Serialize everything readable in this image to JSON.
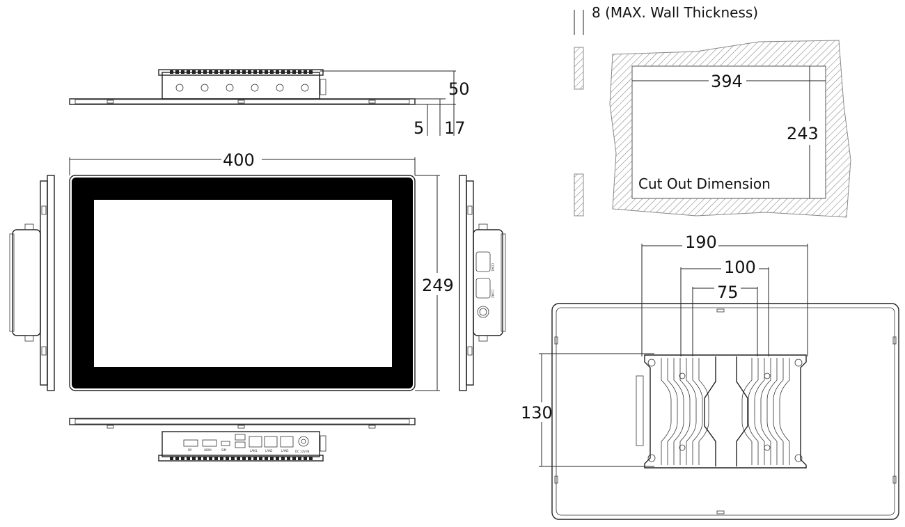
{
  "dimensions": {
    "panel_depth": "50",
    "bezel_thickness": "5",
    "frame_depth": "17",
    "panel_width": "400",
    "panel_height": "249",
    "wall_thickness": "8 (MAX. Wall Thickness)",
    "cutout_width": "394",
    "cutout_height": "243",
    "cutout_caption": "Cut Out Dimension",
    "mount_outer_width": "190",
    "mount_vesa_100": "100",
    "mount_vesa_75": "75",
    "mount_height": "130"
  },
  "port_labels": [
    "DP",
    "HDMI",
    "SIM",
    "LAN1",
    "LAN2",
    "LAN3",
    "DC 12V IN"
  ],
  "com_labels": [
    "COM1",
    "COM2"
  ],
  "colors": {
    "line": "#222222",
    "bezel": "#000000",
    "screen": "#ffffff",
    "hatch": "#888888"
  }
}
